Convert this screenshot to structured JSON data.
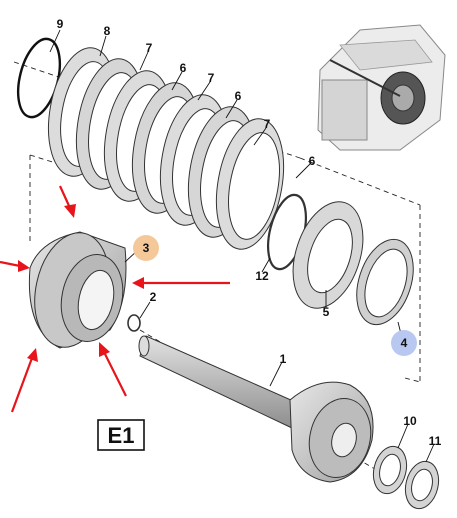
{
  "callouts": [
    "9",
    "8",
    "7",
    "6",
    "7",
    "6",
    "7",
    "6",
    "12",
    "5",
    "4",
    "3",
    "2",
    "1",
    "10",
    "11"
  ],
  "highlight_colors": {
    "orange": "#f5c89a",
    "blue": "#b8c8f0"
  },
  "arrow_color": "#e8141c",
  "section_label": "E1",
  "icons": [
    "arrow-icon",
    "gearbox-thumbnail-icon"
  ]
}
